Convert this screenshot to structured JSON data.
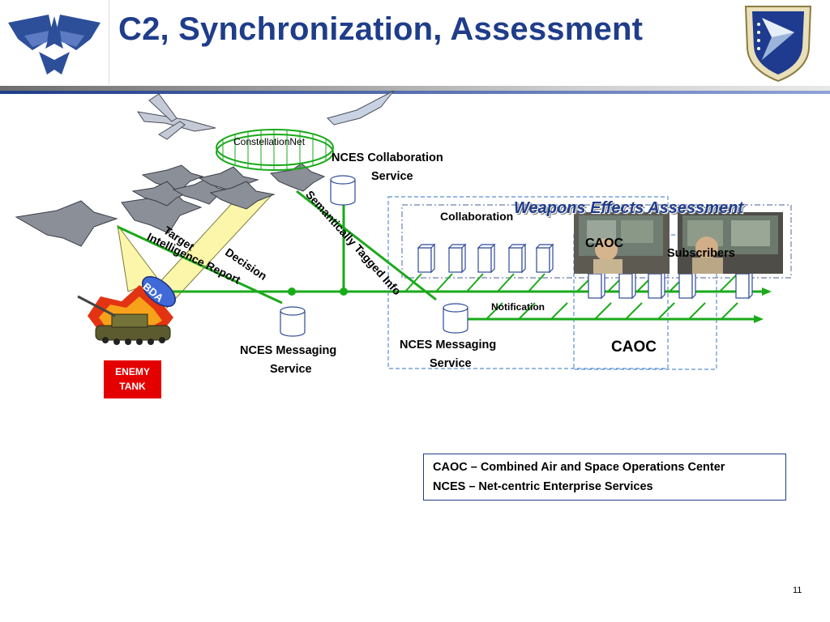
{
  "title": "C2, Synchronization, Assessment",
  "labels": {
    "constellation_net": "ConstellationNet",
    "nces_collab_line1": "NCES Collaboration",
    "nces_collab_line2": "Service",
    "weapons_effects": "Weapons Effects Assessment",
    "collaboration": "Collaboration",
    "caoc_top": "CAOC",
    "subscribers": "Subscribers",
    "semantically_tagged": "Semantically Tagged Info",
    "target_line": "Target",
    "intel_report": "Intelligence Report",
    "decision": "Decision",
    "bda": "BDA",
    "notification": "Notification",
    "nces_msg1_line1": "NCES Messaging",
    "nces_msg1_line2": "Service",
    "nces_msg2_line1": "NCES Messaging",
    "nces_msg2_line2": "Service",
    "caoc_bottom": "CAOC",
    "enemy_line1": "ENEMY",
    "enemy_line2": "TANK"
  },
  "legend": {
    "line1": "CAOC – Combined Air and Space Operations Center",
    "line2": "NCES – Net-centric Enterprise Services"
  },
  "page_number": "11",
  "colors": {
    "title": "#1f3d8a",
    "network_line": "#1aaa1a",
    "enemy_box": "#e40000",
    "legend_border": "#1f3d8a",
    "dashed_box": "#5b8fd0"
  },
  "icons": [
    "air-force-logo-icon",
    "afrl-shield-icon",
    "aircraft-icon",
    "tank-icon",
    "database-icon",
    "server-icon",
    "operator-icon"
  ]
}
